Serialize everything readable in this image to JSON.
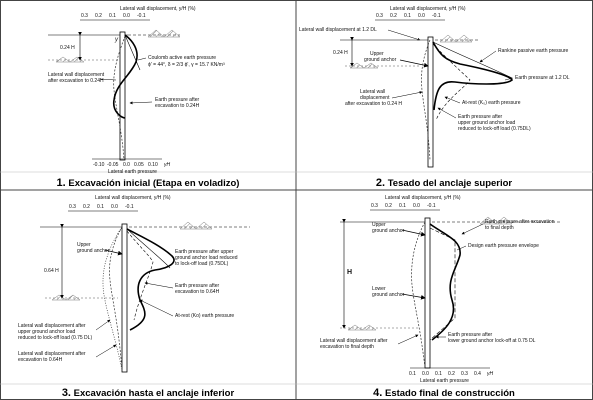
{
  "panels": [
    {
      "caption_num": "1.",
      "caption_text": "Excavación inicial (Etapa en voladizo)",
      "axis_top": "Lateral wall displacement, y/H (%)",
      "ticks_top": [
        "0.3",
        "0.2",
        "0.1",
        "0.0",
        "-0.1"
      ],
      "height_label": "0.24 H",
      "y_symbol": "y",
      "coulomb_1": "Coulomb active earth pressure",
      "coulomb_2": "ϕ' = 44°, δ = 2/3 ϕ', γ = 15.7 KN/m³",
      "disp_1": "Lateral wall displacement",
      "disp_2": "after excavation to 0.24H",
      "ep_1": "Earth pressure after",
      "ep_2": "excavation to 0.24H",
      "ticks_bottom": [
        "-0.10",
        "-0.05",
        "0.0",
        "0.05",
        "0.10"
      ],
      "gamma_h": "γH",
      "axis_bottom": "Lateral earth pressure"
    },
    {
      "caption_num": "2.",
      "caption_text": "Tesado del anclaje superior",
      "axis_top": "Lateral wall displacement, y/H (%)",
      "ticks_top": [
        "0.3",
        "0.2",
        "0.1",
        "0.0",
        "-0.1"
      ],
      "disp12": "Lateral wall displacement at 1.2 DL",
      "height_label": "0.24 H",
      "anchor_1": "Upper",
      "anchor_2": "ground anchor",
      "rankine": "Rankine passive earth pressure",
      "ep12": "Earth pressure at 1.2 DL",
      "disp_1": "Lateral wall",
      "disp_2": "displacement",
      "disp_3": "after excavation to 0.24 H",
      "atrest": "At-rest (K₀) earth pressure",
      "lock_1": "Earth pressure after",
      "lock_2": "upper ground anchor load",
      "lock_3": "reduced to lock-off load (0.75DL)"
    },
    {
      "caption_num": "3.",
      "caption_text": "Excavación hasta el anclaje inferior",
      "axis_top": "Lateral wall displacement, y/H (%)",
      "ticks_top": [
        "0.3",
        "0.2",
        "0.1",
        "0.0",
        "-0.1"
      ],
      "anchor_1": "Upper",
      "anchor_2": "ground anchor",
      "height_label": "0.64 H",
      "ep_1": "Earth pressure after upper",
      "ep_2": "ground anchor load reduced",
      "ep_3": "to lock-off load (0.75DL)",
      "ep064_1": "Earth pressure after",
      "ep064_2": "excavation to 0.64H",
      "atrest": "At-rest (Ko) earth pressure",
      "disp_1": "Lateral wall displacement after",
      "disp_2": "upper ground anchor load",
      "disp_3": "reduced to lock-off load (0.75 DL)",
      "disp064_1": "Lateral wall displacement after",
      "disp064_2": "excavation to 0.64H"
    },
    {
      "caption_num": "4.",
      "caption_text": "Estado final de construcción",
      "axis_top": "Lateral wall displacement, y/H (%)",
      "ticks_top": [
        "0.3",
        "0.2",
        "0.1",
        "0.0",
        "-0.1"
      ],
      "height_label": "H",
      "upper_1": "Upper",
      "upper_2": "ground anchor",
      "lower_1": "Lower",
      "lower_2": "ground anchor",
      "final_1": "Earth pressure after excavation",
      "final_2": "to final depth",
      "design": "Design earth pressure envelope",
      "lwd_1": "Lateral wall displacement after",
      "lwd_2": "excavation to final depth",
      "lower_lock_1": "Earth pressure after",
      "lower_lock_2": "lower ground anchor lock-off at 0.75 DL",
      "ticks_bottom": [
        "0.1",
        "0.0",
        "0.1",
        "0.2",
        "0.3",
        "0.4"
      ],
      "gamma_h": "γH",
      "axis_bottom": "Lateral earth pressure"
    }
  ],
  "colors": {
    "line": "#000000",
    "ground": "#999999",
    "border": "#444444"
  }
}
